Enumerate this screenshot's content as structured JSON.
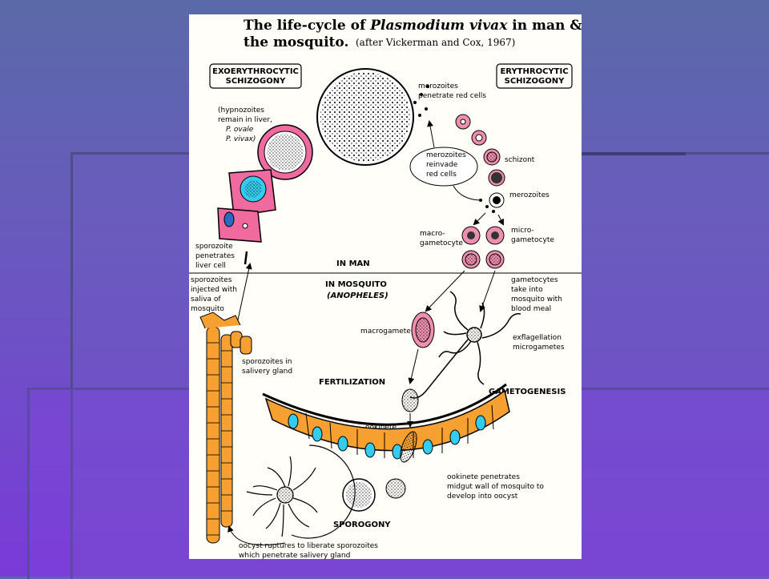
{
  "slide": {
    "background_colors": [
      "#5a6aa8",
      "#7a3ad8"
    ]
  },
  "diagram": {
    "title_prefix": "The life-cycle of ",
    "title_species": "Plasmodium vivax",
    "title_suffix": " in man &",
    "title_line2": "the mosquito.",
    "attribution": "(after Vickerman and Cox, 1967)",
    "boxes": {
      "exoerythrocytic": [
        "EXOERYTHROCYTIC",
        "SCHIZOGONY"
      ],
      "erythrocytic": [
        "ERYTHROCYTIC",
        "SCHIZOGONY"
      ]
    },
    "sections": {
      "in_man": "IN MAN",
      "in_mosquito": "IN MOSQUITO",
      "anopheles": "(ANOPHELES)",
      "fertilization": "FERTILIZATION",
      "gametogenesis": "GAMETOGENESIS",
      "sporogony": "SPOROGONY"
    },
    "labels": {
      "hypnozoites": [
        "(hypnozoites",
        "remain in liver,",
        "P. ovale",
        "P. vivax)"
      ],
      "merozoites_penetrate": [
        "merozoites",
        "penetrate red cells"
      ],
      "merozoites_reinvade": [
        "merozoites",
        "reinvade",
        "red cells"
      ],
      "schizont": "schizont",
      "merozoites": "merozoites",
      "macro_gametocyte": [
        "macro-",
        "gametocyte"
      ],
      "micro_gametocyte": [
        "micro-",
        "gametocyte"
      ],
      "sporozoite_penetrates": [
        "sporozoite",
        "penetrates",
        "liver cell"
      ],
      "sporozoites_injected": [
        "sporozoites",
        "injected with",
        "saliva of",
        "mosquito"
      ],
      "gametocytes_taken": [
        "gametocytes",
        "take into",
        "mosquito with",
        "blood meal"
      ],
      "macrogamete": "macrogamete",
      "exflagellation": [
        "exflagellation",
        "microgametes"
      ],
      "sporozoites_gland": [
        "sporozoites in",
        "salivery gland"
      ],
      "ookinete": "ookinete",
      "ookinete_penetrates": [
        "ookinete penetrates",
        "midgut wall of mosquito to",
        "develop into oocyst"
      ],
      "oocyst_ruptures": [
        "oocyst ruptures to liberate sporozoites",
        "which penetrate salivery gland"
      ]
    },
    "colors": {
      "red_cell": "#ef8fb0",
      "midgut": "#f5a030",
      "nucleus": "#33ccee",
      "liver_cell": "#f06aa0"
    }
  }
}
